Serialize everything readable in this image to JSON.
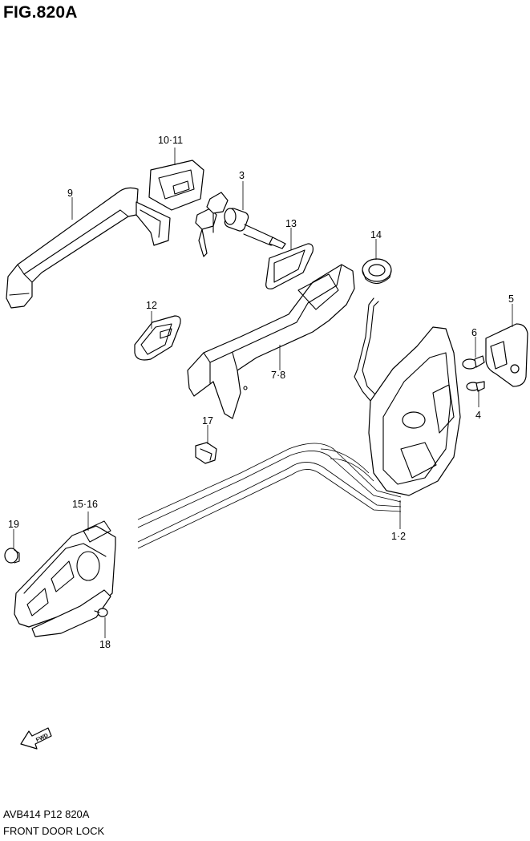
{
  "figure": {
    "title": "FIG.820A",
    "code": "AVB414 P12 820A",
    "caption": "FRONT DOOR LOCK"
  },
  "callouts": {
    "c1011": "10·11",
    "c9": "9",
    "c3": "3",
    "c13": "13",
    "c14": "14",
    "c5": "5",
    "c6": "6",
    "c4": "4",
    "c12": "12",
    "c78": "7·8",
    "c17": "17",
    "c1516": "15·16",
    "c19": "19",
    "c12b": "1·2",
    "c18": "18"
  },
  "fwd_label": "FWD"
}
